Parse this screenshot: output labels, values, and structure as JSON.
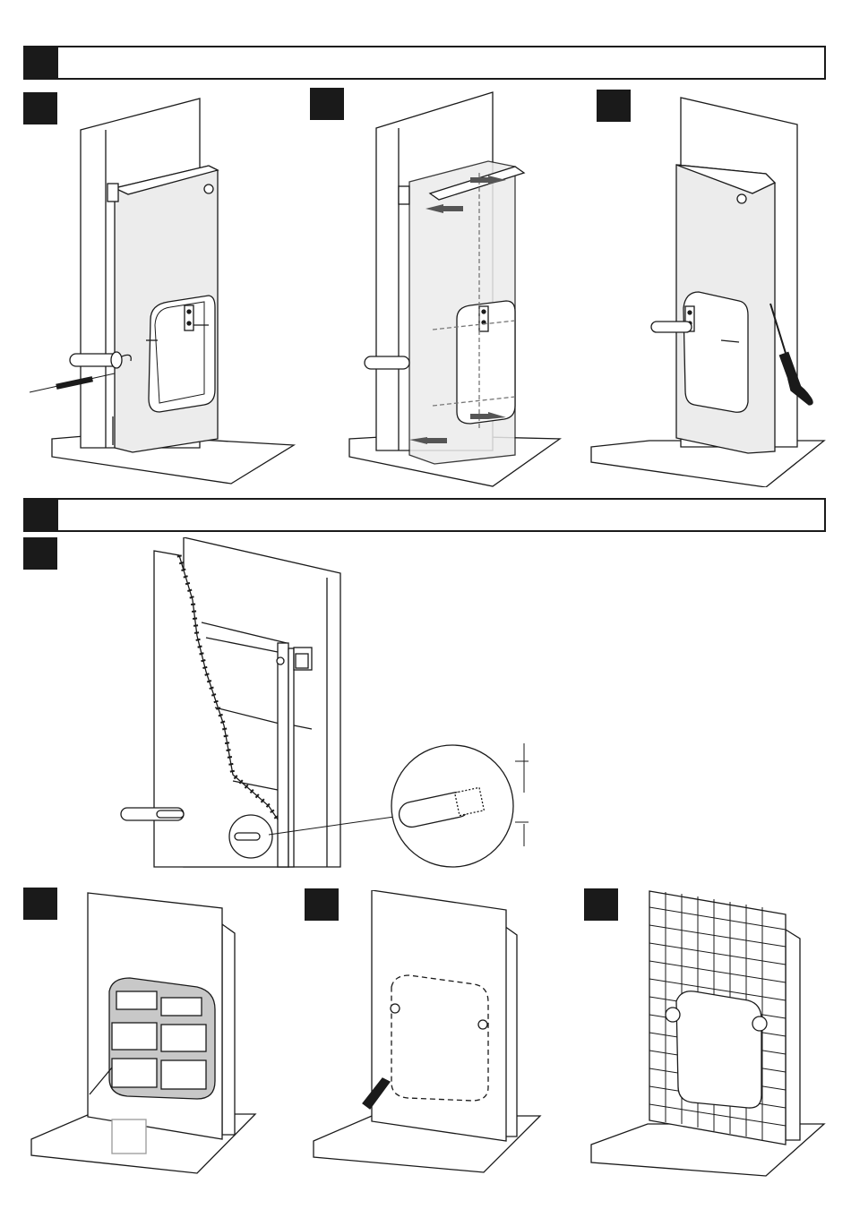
{
  "sections": [
    {
      "id": "A",
      "label": ""
    },
    {
      "id": "B",
      "label": ""
    }
  ],
  "steps": [
    {
      "id": "step1",
      "number": ""
    },
    {
      "id": "step2",
      "number": ""
    },
    {
      "id": "step3",
      "number": ""
    },
    {
      "id": "step4",
      "number": ""
    },
    {
      "id": "step5",
      "number": ""
    },
    {
      "id": "step6",
      "number": ""
    },
    {
      "id": "step7",
      "number": ""
    }
  ],
  "icons": [
    "screwdriver-icon",
    "arrow-icon",
    "utility-knife-icon",
    "pipe-fitting-icon",
    "tile-grid-icon"
  ],
  "colors": {
    "ink": "#1a1a1a",
    "panel": "#ececec",
    "arrow": "#555555",
    "white": "#ffffff"
  }
}
